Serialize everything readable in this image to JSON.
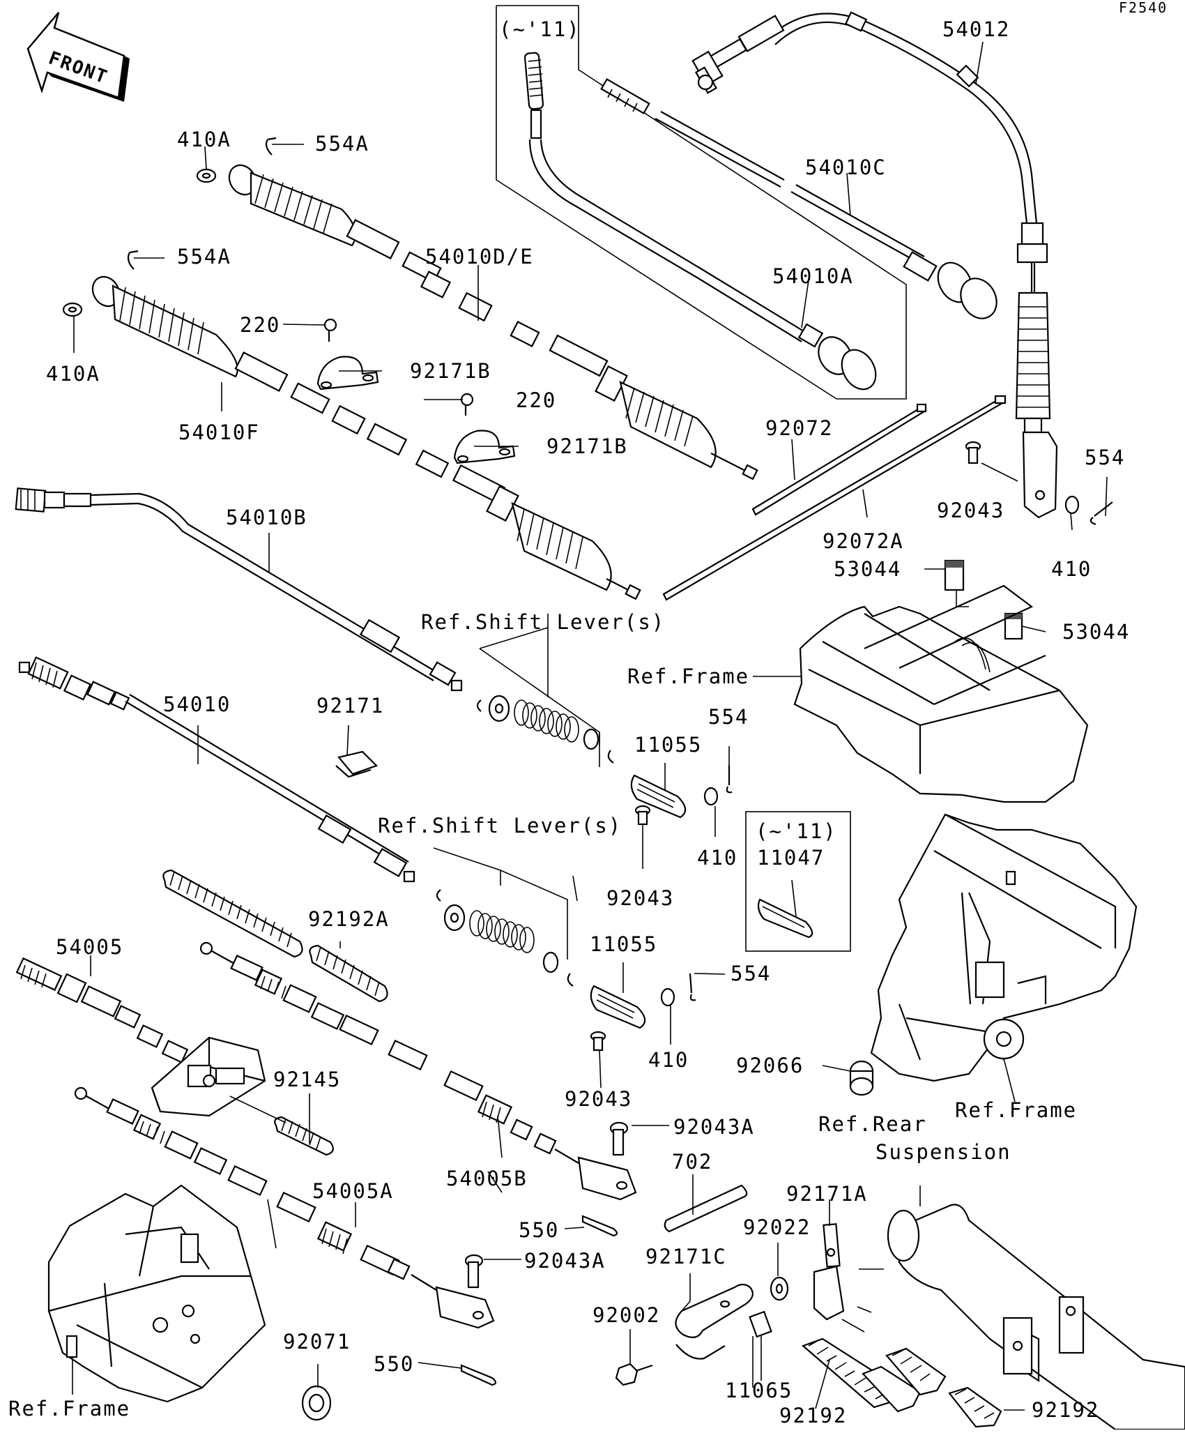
{
  "figure_code": "F2540",
  "front_arrow_label": "FRONT",
  "notes": {
    "until11_top": "(~'11)",
    "until11_mid": "(~'11)"
  },
  "labels": {
    "p54012": "54012",
    "p54010C": "54010C",
    "p54010A": "54010A",
    "p410A_top": "410A",
    "p554A_top": "554A",
    "p54010DE": "54010D/E",
    "p554A_mid": "554A",
    "p410A_mid": "410A",
    "p220_a": "220",
    "p92171B_a": "92171B",
    "p220_b": "220",
    "p92171B_b": "92171B",
    "p54010F": "54010F",
    "p92072": "92072",
    "p92072A": "92072A",
    "p92043_top": "92043",
    "p554_top": "554",
    "p410_top": "410",
    "p53044_a": "53044",
    "p53044_b": "53044",
    "p54010B": "54010B",
    "ref_shift_1": "Ref.Shift Lever(s)",
    "ref_frame_1": "Ref.Frame",
    "p54010": "54010",
    "p92171": "92171",
    "p554_mid": "554",
    "p11055_a": "11055",
    "p410_mid": "410",
    "p92043_mid": "92043",
    "ref_shift_2": "Ref.Shift Lever(s)",
    "p11047": "11047",
    "p92192A": "92192A",
    "p54005": "54005",
    "p11055_b": "11055",
    "p554_low": "554",
    "p410_low": "410",
    "p92043_low": "92043",
    "p92066": "92066",
    "ref_frame_2": "Ref.Frame",
    "p92145": "92145",
    "p92043A_a": "92043A",
    "ref_rear_1": "Ref.Rear",
    "ref_rear_2": "Suspension",
    "p54005B": "54005B",
    "p702": "702",
    "p92171A": "92171A",
    "p54005A": "54005A",
    "p550_a": "550",
    "p92022": "92022",
    "p92043A_b": "92043A",
    "p92171C": "92171C",
    "p92002": "92002",
    "p92071": "92071",
    "p550_b": "550",
    "p11065": "11065",
    "p92192_a": "92192",
    "p92192_b": "92192",
    "ref_frame_3": "Ref.Frame"
  }
}
